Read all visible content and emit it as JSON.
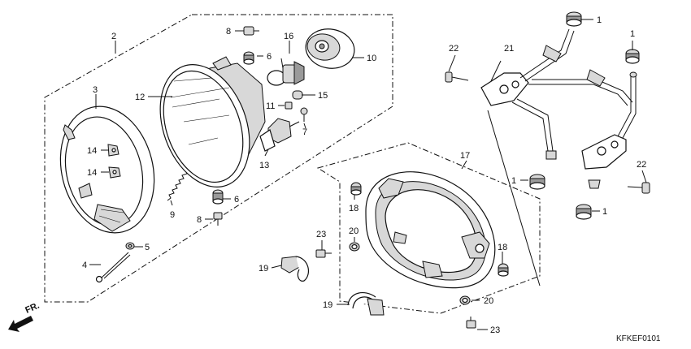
{
  "diagram": {
    "part_labels": {
      "p1a": "1",
      "p1b": "1",
      "p1c": "1",
      "p1d": "1",
      "p2": "2",
      "p3": "3",
      "p4": "4",
      "p5": "5",
      "p6a": "6",
      "p6b": "6",
      "p7": "7",
      "p8a": "8",
      "p8b": "8",
      "p9": "9",
      "p10": "10",
      "p11": "11",
      "p12": "12",
      "p13": "13",
      "p14a": "14",
      "p14b": "14",
      "p15": "15",
      "p16": "16",
      "p17": "17",
      "p18a": "18",
      "p18b": "18",
      "p19a": "19",
      "p19b": "19",
      "p20a": "20",
      "p20b": "20",
      "p21": "21",
      "p22a": "22",
      "p22b": "22",
      "p23a": "23",
      "p23b": "23"
    },
    "direction_label": "FR.",
    "diagram_code": "KFKEF0101"
  }
}
